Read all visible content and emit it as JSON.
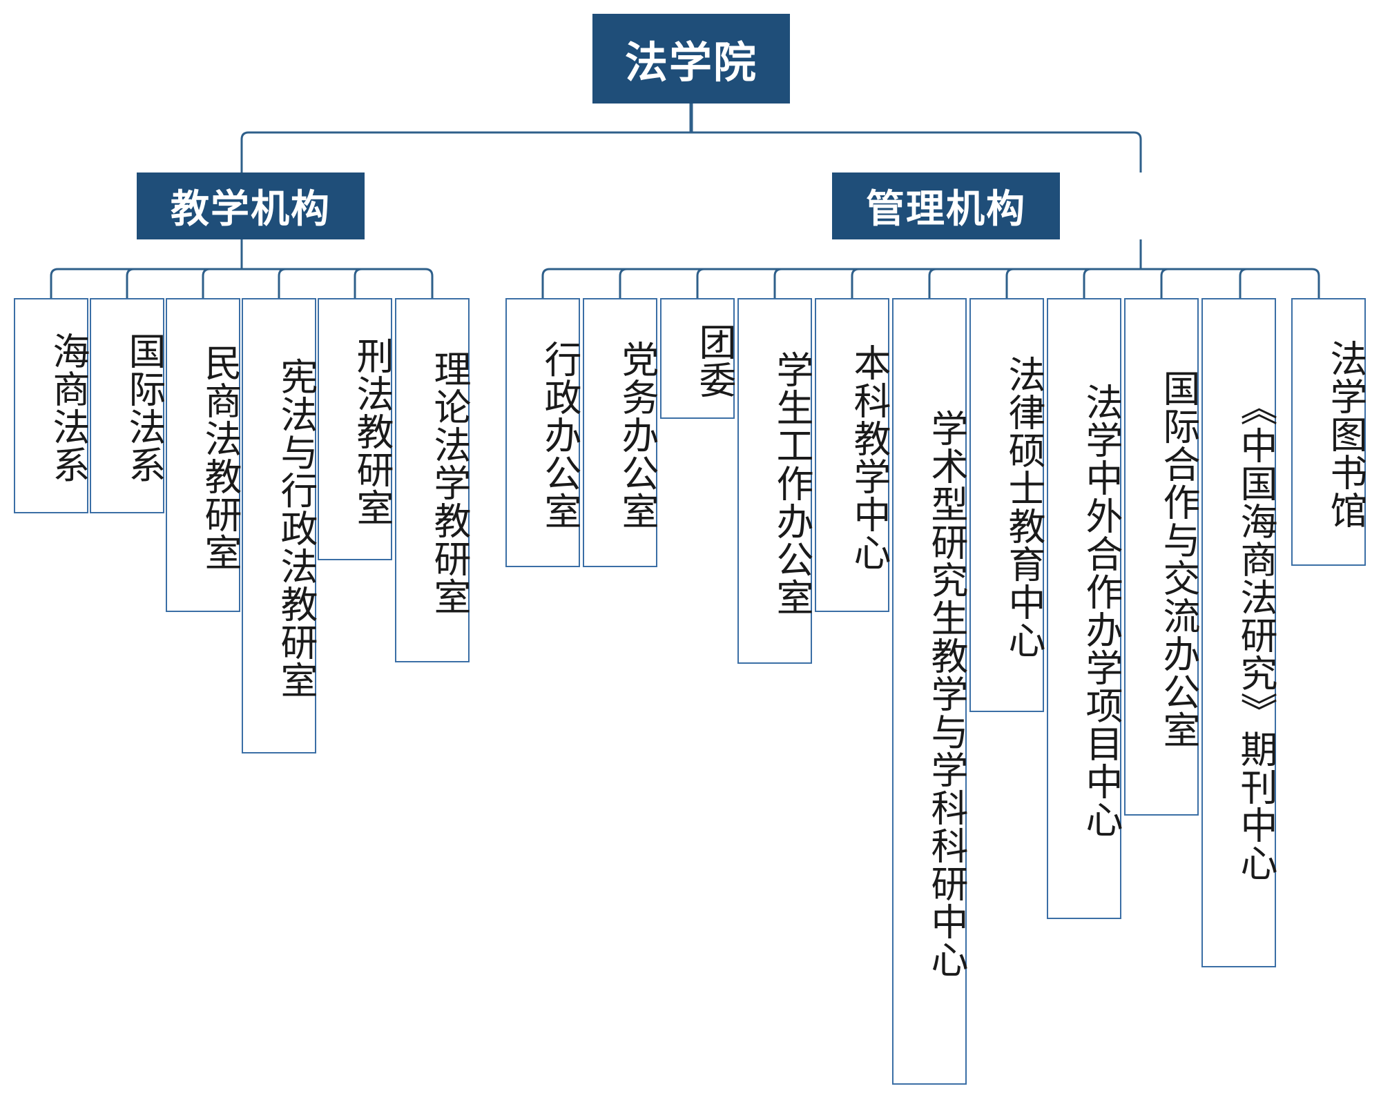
{
  "diagram": {
    "type": "organization-chart",
    "title": "法学院",
    "orientation": "top-down",
    "colors": {
      "node_fill": "#1F4E79",
      "node_text": "#FFFFFF",
      "leaf_fill": "#FFFFFF",
      "leaf_border": "#3A6EA5",
      "leaf_text": "#1A1A1A",
      "connector": "#2E5F8A",
      "background": "#FFFFFF"
    }
  },
  "root": {
    "label": "法学院"
  },
  "branches": [
    {
      "id": "teaching",
      "label": "教学机构",
      "children": [
        {
          "label": "海商法系"
        },
        {
          "label": "国际法系"
        },
        {
          "label": "民商法教研室"
        },
        {
          "label": "宪法与行政法教研室"
        },
        {
          "label": "刑法教研室"
        },
        {
          "label": "理论法学教研室"
        }
      ]
    },
    {
      "id": "administration",
      "label": "管理机构",
      "children": [
        {
          "label": "行政办公室"
        },
        {
          "label": "党务办公室"
        },
        {
          "label": "团委"
        },
        {
          "label": "学生工作办公室"
        },
        {
          "label": "本科教学中心"
        },
        {
          "label": "学术型研究生教学与学科科研中心"
        },
        {
          "label": "法律硕士教育中心"
        },
        {
          "label": "法学中外合作办学项目中心"
        },
        {
          "label": "国际合作与交流办公室"
        },
        {
          "label": "《中国海商法研究》期刊中心"
        },
        {
          "label": "法学图书馆"
        }
      ]
    }
  ]
}
